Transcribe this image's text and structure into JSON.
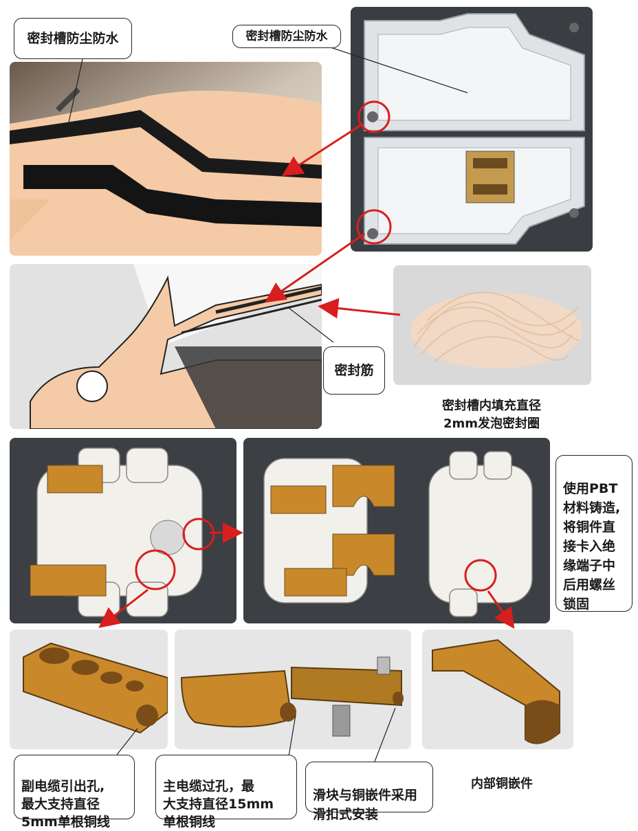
{
  "labels": {
    "seal_groove_left": "密封槽防尘防水",
    "seal_groove_right": "密封槽防尘防水",
    "seal_rib": "密封筋",
    "foam_caption_line1": "密封槽内填充直径",
    "foam_caption_line2": "2mm发泡密封圈",
    "pbt_note": "使用PBT\n材料铸造,\n将铜件直\n接卡入绝\n缘端子中\n后用螺丝\n锁固",
    "aux_cable": "副电缆引出孔,\n最大支持直径\n5mm单根铜线",
    "main_cable": "主电缆过孔，最\n大支持直径15mm\n单根铜线",
    "slider": "滑块与铜嵌件采用\n滑扣式安装",
    "inner_copper": "内部铜嵌件"
  },
  "colors": {
    "arrow": "#d81e1e",
    "copper": "#c9892a",
    "section_face": "#f4cba6",
    "cad_bg_dark": "#3c3f44"
  }
}
